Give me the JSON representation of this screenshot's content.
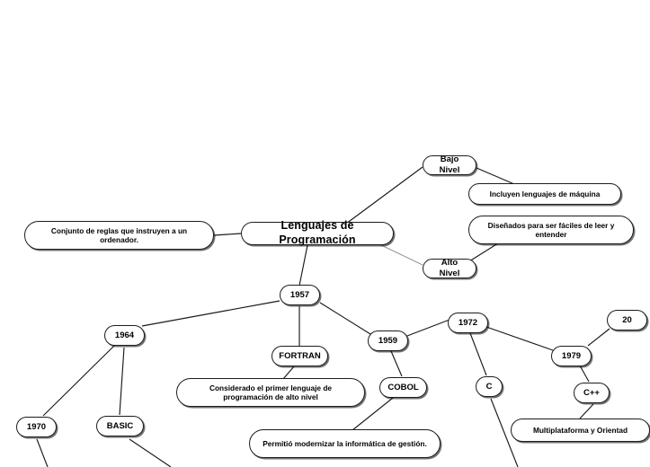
{
  "diagram": {
    "title": "Lenguajes de Programación",
    "type": "mind-map",
    "background_color": "#ffffff",
    "node_border_color": "#1c1c1c",
    "edge_color": "#1a1a1a",
    "faint_edge_color": "#9a9a9a"
  },
  "nodes": {
    "root": {
      "label": "Lenguajes de Programación"
    },
    "definicion": {
      "label": "Conjunto de reglas que instruyen a un ordenador."
    },
    "bajo_nivel": {
      "label": "Bajo Nivel"
    },
    "bajo_nivel_desc": {
      "label": "Incluyen lenguajes de máquina"
    },
    "alto_nivel": {
      "label": "Alto Nivel"
    },
    "alto_nivel_desc": {
      "label": "Diseñados para ser fáciles de leer y entender"
    },
    "y1957": {
      "label": "1957"
    },
    "fortran": {
      "label": "FORTRAN"
    },
    "fortran_desc": {
      "label": "Considerado el primer lenguaje de programación de alto nivel"
    },
    "y1959": {
      "label": "1959"
    },
    "cobol": {
      "label": "COBOL"
    },
    "cobol_desc": {
      "label": "Permitió modernizar la informática de gestión."
    },
    "y1964": {
      "label": "1964"
    },
    "y1970": {
      "label": "1970"
    },
    "basic": {
      "label": "BASIC"
    },
    "y1972": {
      "label": "1972"
    },
    "c": {
      "label": "C"
    },
    "y1979": {
      "label": "1979"
    },
    "cpp": {
      "label": "C++"
    },
    "cpp_desc": {
      "label": "Multiplataforma y Orientad"
    },
    "year_clipped": {
      "label": "20"
    }
  }
}
